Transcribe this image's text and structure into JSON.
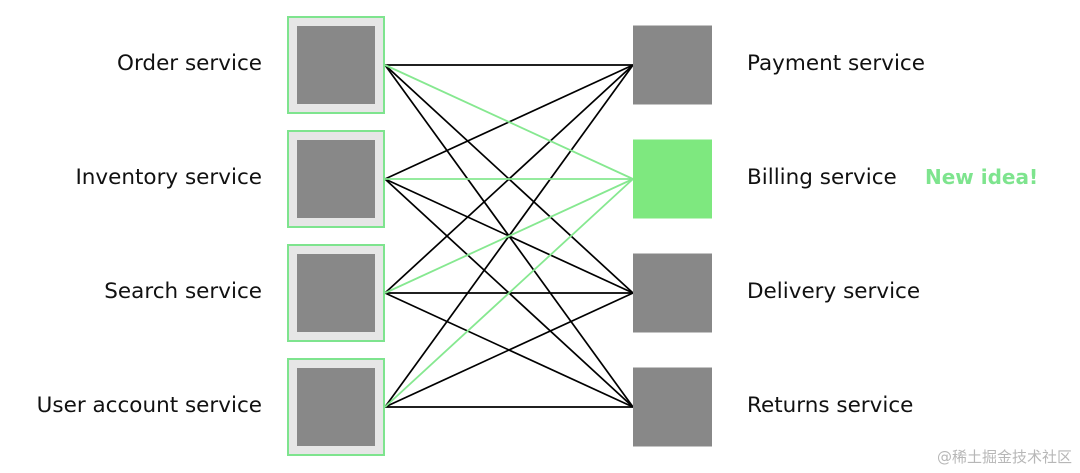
{
  "consumers": [
    {
      "label": "Order service"
    },
    {
      "label": "Inventory service"
    },
    {
      "label": "Search service"
    },
    {
      "label": "User account service"
    }
  ],
  "providers": [
    {
      "label": "Payment service",
      "is_new": false
    },
    {
      "label": "Billing service",
      "is_new": true
    },
    {
      "label": "Delivery service",
      "is_new": false
    },
    {
      "label": "Returns service",
      "is_new": false
    }
  ],
  "annotation": "New idea!",
  "watermark": "@稀土掘金技术社区",
  "colors": {
    "node_fill": "#888888",
    "consumer_frame_fill": "#e6e6e6",
    "consumer_frame_border": "#7ee48e",
    "new_node_fill": "#7ee87f",
    "existing_link": "#000000",
    "new_link": "#86e890",
    "annotation": "#7ee48e"
  }
}
